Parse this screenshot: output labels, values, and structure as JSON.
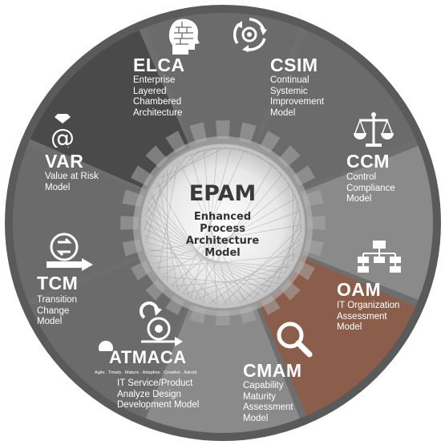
{
  "center": {
    "title": "EPAM",
    "subtitle_lines": [
      "Enhanced",
      "Process",
      "Architecture",
      "Model"
    ]
  },
  "segments": [
    {
      "key": "elca",
      "title": "ELCA",
      "description": [
        "Enterprise",
        "Layered",
        "Chambered",
        "Architecture"
      ],
      "icon": "head-bricks-icon"
    },
    {
      "key": "csim",
      "title": "CSIM",
      "description": [
        "Continual",
        "Systemic",
        "Improvement",
        "Model"
      ],
      "icon": "cycle-gear-icon"
    },
    {
      "key": "ccm",
      "title": "CCM",
      "description": [
        "Control",
        "Compliance",
        "Model"
      ],
      "icon": "scales-icon"
    },
    {
      "key": "oam",
      "title": "OAM",
      "description": [
        "IT Organization",
        "Assessment",
        "Model"
      ],
      "icon": "org-chart-icon"
    },
    {
      "key": "cmam",
      "title": "CMAM",
      "description": [
        "Capability",
        "Maturity",
        "Assessment",
        "Model"
      ],
      "icon": "magnifier-icon"
    },
    {
      "key": "atmaca",
      "title": "ATMACA",
      "tagline": "Agile . Timely . Mature . Adaptive . Creative . Adroid",
      "description": [
        "IT Service/Product",
        "Analyze Design",
        "Development Model"
      ],
      "icon": "atmaca-logo-icon"
    },
    {
      "key": "tcm",
      "title": "TCM",
      "description": [
        "Transition",
        "Change",
        "Model"
      ],
      "icon": "transition-arrow-icon"
    },
    {
      "key": "var",
      "title": "VAR",
      "description": [
        "Value at Risk",
        "Model"
      ],
      "icon": "at-diamond-icon"
    }
  ],
  "colors": {
    "outer_ring": "#5d5d5d",
    "segment_dark": "#4a4a4a",
    "segment_mid": "#6b6b6b",
    "segment_light": "#8a8a8a",
    "gear": "#a9a9a9",
    "highlight": "#8b5e4b",
    "text": "#ffffff"
  }
}
